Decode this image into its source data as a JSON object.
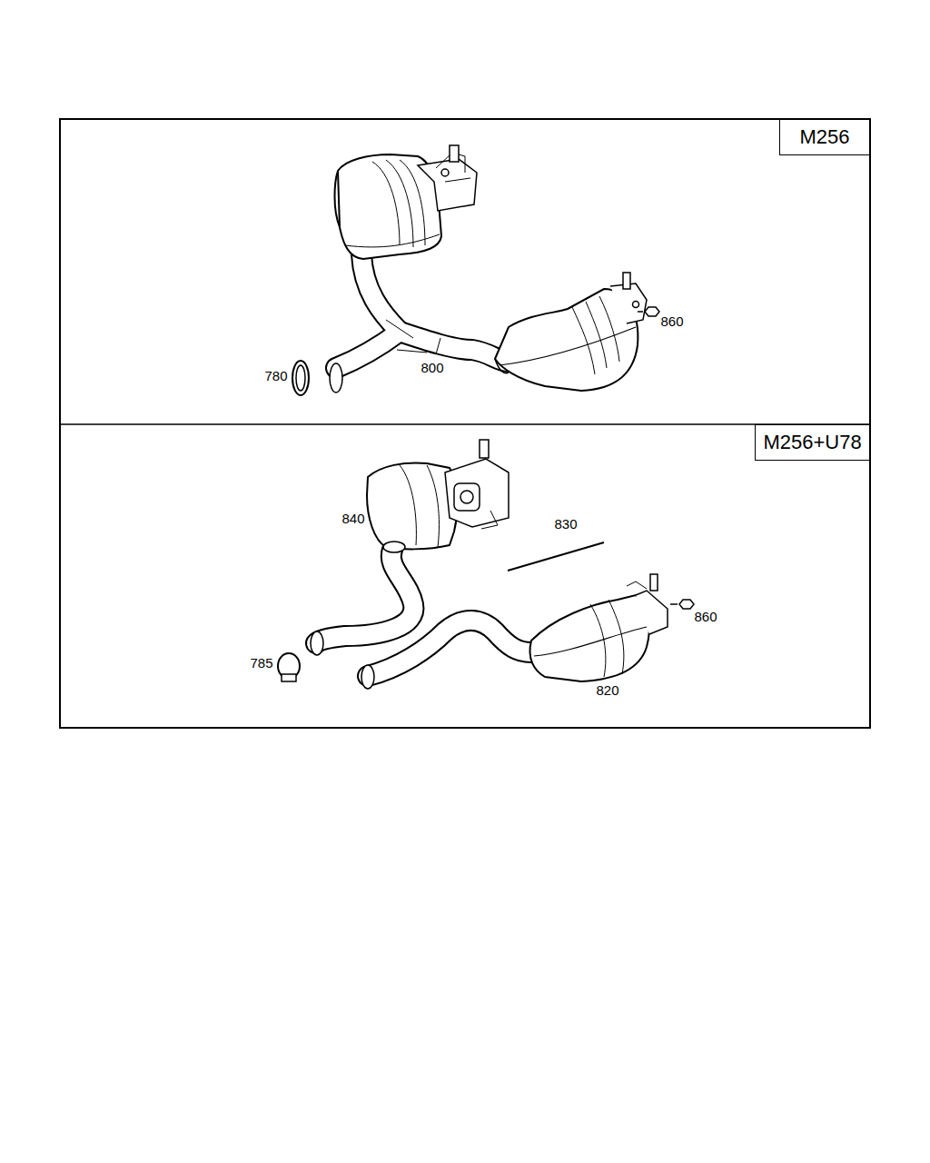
{
  "diagram": {
    "nodes": [
      {
        "text": [
          "M256"
        ]
      },
      {
        "text": [
          "M256+U78"
        ]
      }
    ],
    "labels": [
      "860",
      "780",
      "800",
      "840",
      "830",
      "860",
      "785",
      "820"
    ]
  }
}
